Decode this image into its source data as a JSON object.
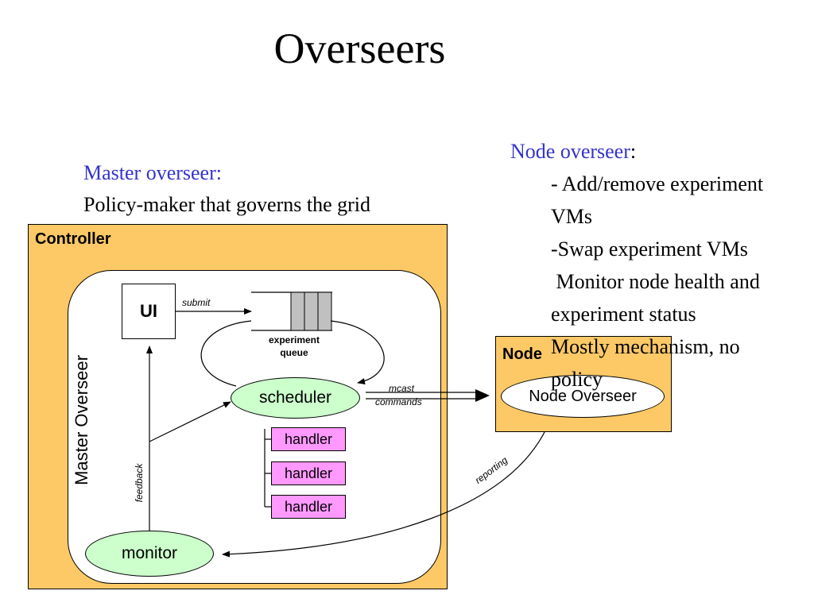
{
  "title": "Overseers",
  "master_text": {
    "heading": "Master overseer:",
    "description": "Policy-maker that governs the grid"
  },
  "node_text": {
    "heading": "Node overseer",
    "heading_colon": ":",
    "lines": [
      "- Add/remove experiment",
      "VMs",
      "-Swap experiment VMs",
      " Monitor node health and",
      "experiment status",
      "Mostly mechanism, no",
      "policy"
    ]
  },
  "diagram": {
    "controller_label": "Controller",
    "master_overseer_label": "Master Overseer",
    "ui_label": "UI",
    "submit_label": "submit",
    "queue_label_line1": "experiment",
    "queue_label_line2": "queue",
    "scheduler_label": "scheduler",
    "mcast_label": "mcast",
    "commands_label": "commands",
    "handlers": [
      "handler",
      "handler",
      "handler"
    ],
    "feedback_label": "feedback",
    "monitor_label": "monitor",
    "node_label": "Node",
    "node_overseer_label": "Node Overseer",
    "reporting_label": "reporting"
  },
  "colors": {
    "accent_blue": "#3333cc",
    "controller_fill": "#fdc966",
    "ellipse_fill": "#ccffcc",
    "handler_fill": "#ff99ff",
    "queue_fill": "#c0c0c0"
  }
}
